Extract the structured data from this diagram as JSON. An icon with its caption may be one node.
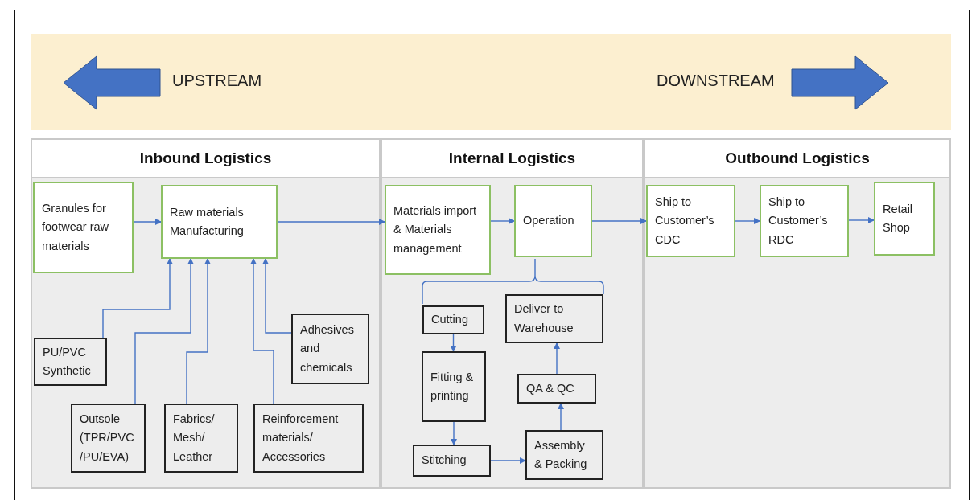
{
  "diagram": {
    "nodes": [
      {
        "text": [
          "UPSTREAM",
          "DOWNSTREAM"
        ]
      },
      {
        "text": [
          "Inbound Logistics"
        ]
      },
      {
        "text": [
          "Internal Logistics"
        ]
      },
      {
        "text": [
          "Outbound Logistics"
        ]
      },
      {
        "text": [
          "Granules for footwear raw materials"
        ],
        "in": 1
      },
      {
        "text": [
          "Raw materials Manufacturing"
        ],
        "in": 1
      },
      {
        "text": [
          "PU/PVC Synthetic"
        ],
        "in": 1
      },
      {
        "text": [
          "Outsole (TPR/PVC /PU/EVA)"
        ],
        "in": 1
      },
      {
        "text": [
          "Fabrics/ Mesh/ Leather"
        ],
        "in": 1
      },
      {
        "text": [
          "Reinforcement materials/ Accessories"
        ],
        "in": 1
      },
      {
        "text": [
          "Adhesives and chemicals"
        ],
        "in": 1
      },
      {
        "text": [
          "Materials import & Materials management"
        ],
        "in": 2
      },
      {
        "text": [
          "Operation"
        ],
        "in": 2
      },
      {
        "text": [
          "Cutting"
        ],
        "in": 2
      },
      {
        "text": [
          "Fitting & printing"
        ],
        "in": 2
      },
      {
        "text": [
          "Stitching"
        ],
        "in": 2
      },
      {
        "text": [
          "Assembly & Packing"
        ],
        "in": 2
      },
      {
        "text": [
          "QA & QC"
        ],
        "in": 2
      },
      {
        "text": [
          "Deliver to Warehouse"
        ],
        "in": 2
      },
      {
        "text": [
          "Ship to Customer’s CDC"
        ],
        "in": 3
      },
      {
        "text": [
          "Ship to Customer’s RDC"
        ],
        "in": 3
      },
      {
        "text": [
          "Retail Shop"
        ],
        "in": 3
      }
    ],
    "edges": [
      {
        "from": 4,
        "to": 5,
        "arrow": "to"
      },
      {
        "from": 5,
        "to": 11,
        "arrow": "to"
      },
      {
        "from": 11,
        "to": 12,
        "arrow": "to"
      },
      {
        "from": 12,
        "to": 19,
        "arrow": "to"
      },
      {
        "from": 19,
        "to": 20,
        "arrow": "to"
      },
      {
        "from": 20,
        "to": 21,
        "arrow": "to"
      },
      {
        "from": 6,
        "to": 5,
        "arrow": "to"
      },
      {
        "from": 7,
        "to": 5,
        "arrow": "to"
      },
      {
        "from": 8,
        "to": 5,
        "arrow": "to"
      },
      {
        "from": 9,
        "to": 5,
        "arrow": "to"
      },
      {
        "from": 10,
        "to": 5,
        "arrow": "to"
      },
      {
        "from": 13,
        "to": 14,
        "arrow": "to"
      },
      {
        "from": 14,
        "to": 15,
        "arrow": "to"
      },
      {
        "from": 15,
        "to": 16,
        "arrow": "to"
      },
      {
        "from": 16,
        "to": 17,
        "arrow": "to"
      },
      {
        "from": 17,
        "to": 18,
        "arrow": "to"
      }
    ]
  }
}
